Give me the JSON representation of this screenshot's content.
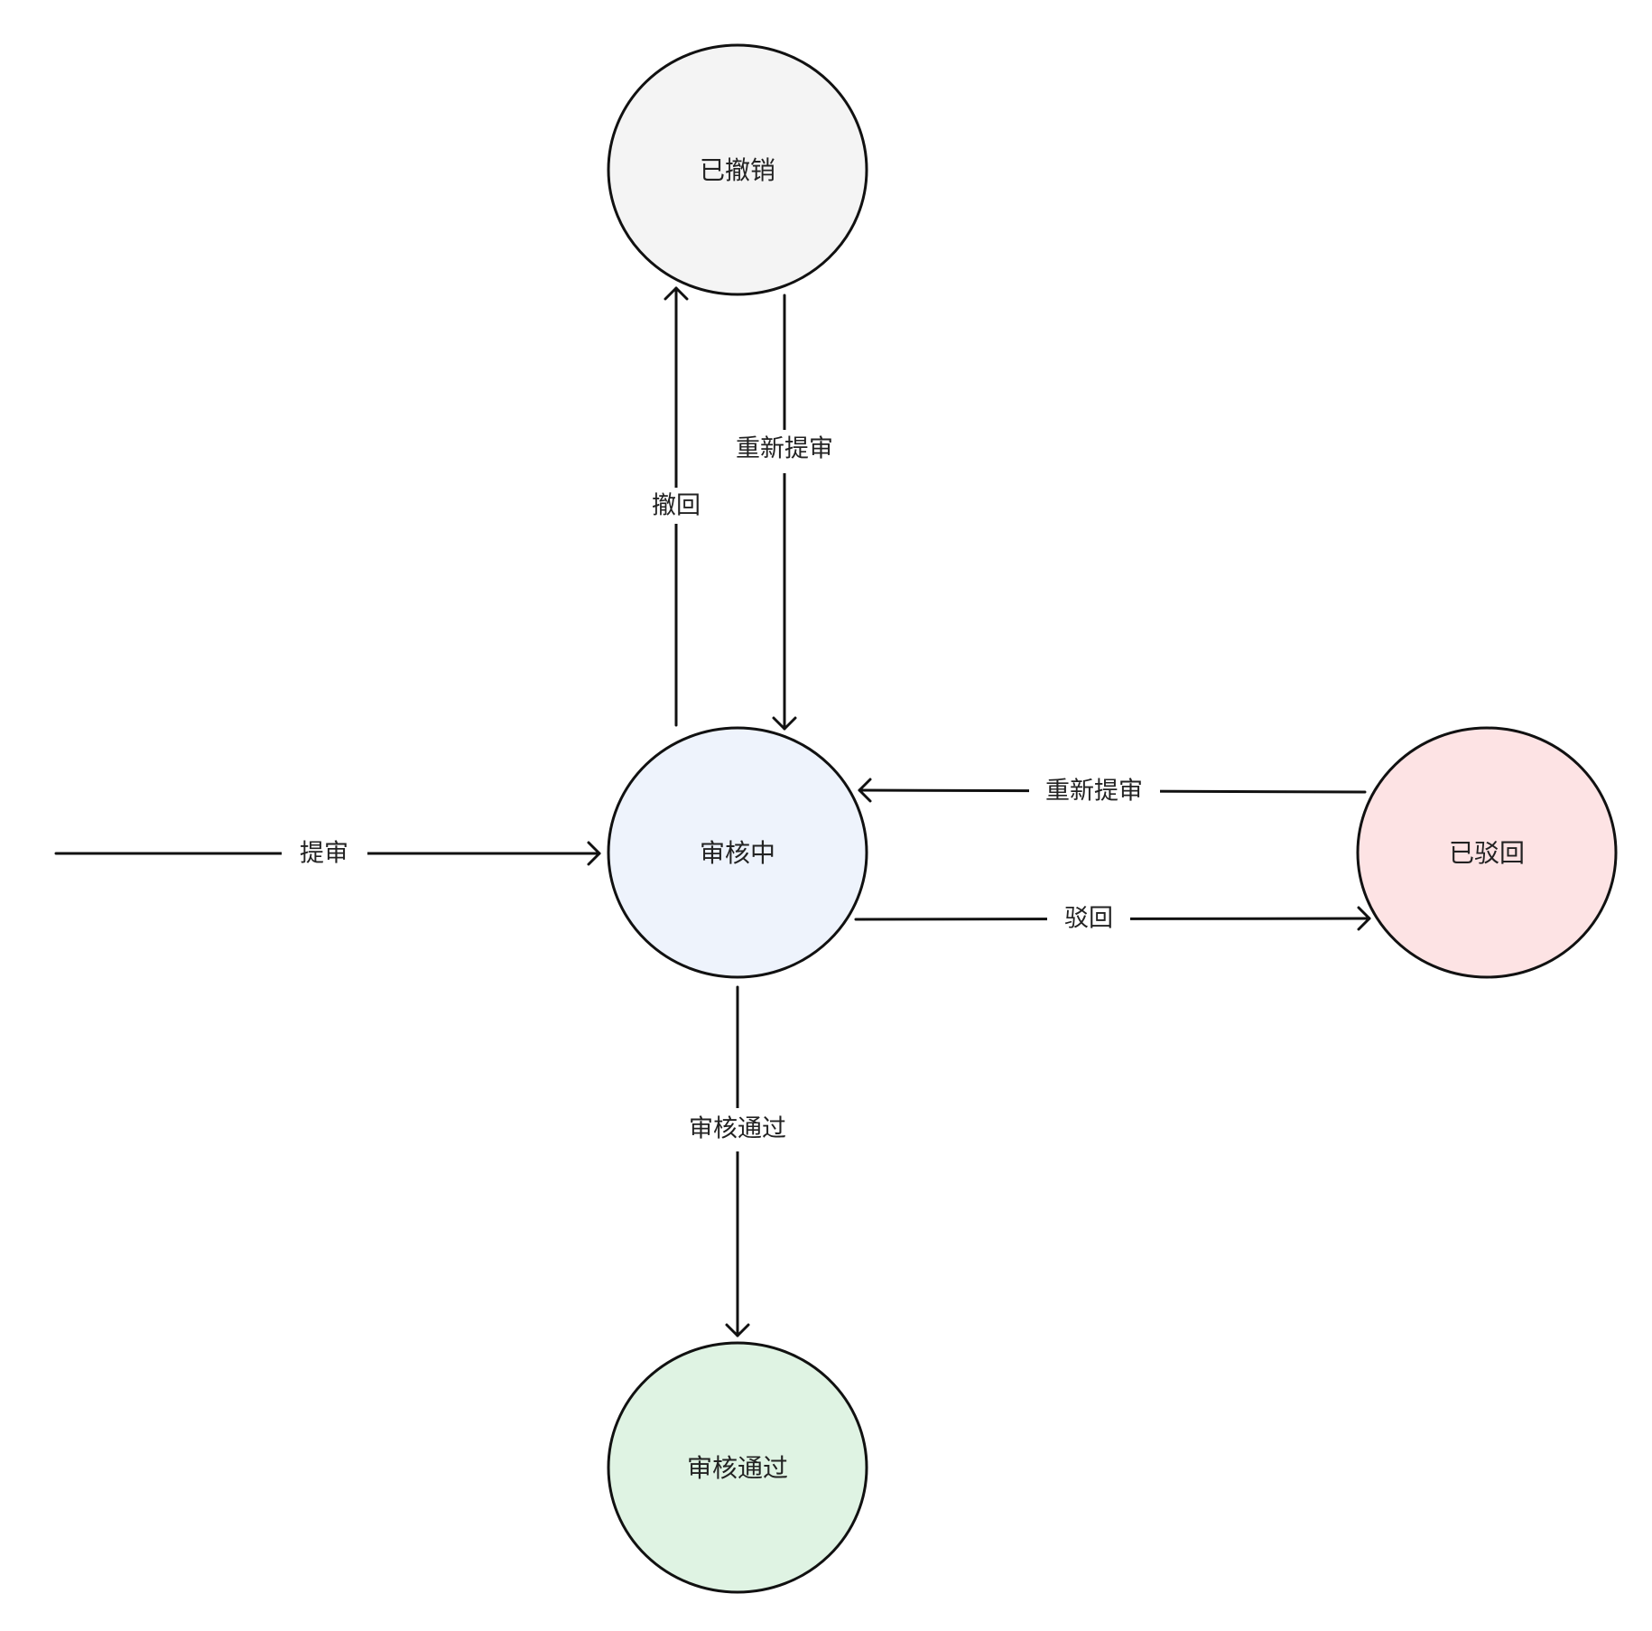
{
  "states": {
    "cancelled": {
      "label": "已撤销",
      "color": "#f4f4f4"
    },
    "reviewing": {
      "label": "审核中",
      "color": "#eef3fc"
    },
    "rejected": {
      "label": "已驳回",
      "color": "#fde3e4"
    },
    "approved": {
      "label": "审核通过",
      "color": "#dff3e3"
    }
  },
  "transitions": {
    "submit": {
      "label": "提审"
    },
    "withdraw": {
      "label": "撤回"
    },
    "resubmit_from_cancelled": {
      "label": "重新提审"
    },
    "resubmit_from_rejected": {
      "label": "重新提审"
    },
    "reject": {
      "label": "驳回"
    },
    "approve": {
      "label": "审核通过"
    }
  }
}
